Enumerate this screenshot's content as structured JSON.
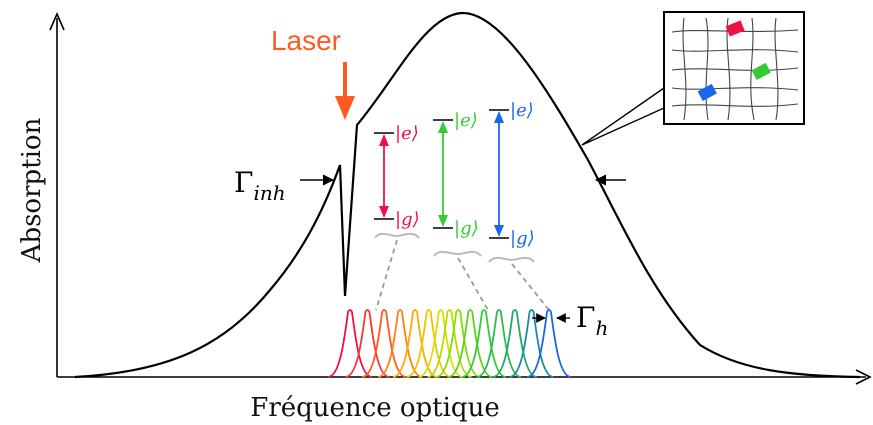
{
  "axes": {
    "ylabel": "Absorption",
    "xlabel": "Fréquence optique"
  },
  "laser": {
    "label": "Laser",
    "color": "#ff5a1f"
  },
  "labels": {
    "gamma_inh": {
      "symbol": "Γ",
      "subscript": "inh"
    },
    "gamma_h": {
      "symbol": "Γ",
      "subscript": "h"
    }
  },
  "levels": [
    {
      "upper": "|e⟩",
      "lower": "|g⟩",
      "color": "#ee1144"
    },
    {
      "upper": "|e⟩",
      "lower": "|g⟩",
      "color": "#33cc33"
    },
    {
      "upper": "|e⟩",
      "lower": "|g⟩",
      "color": "#1a66ee"
    }
  ],
  "inset": {
    "ions": [
      {
        "color": "#ee1144"
      },
      {
        "color": "#33cc33"
      },
      {
        "color": "#1a66ee"
      }
    ]
  },
  "spectral_lines": {
    "count": 15,
    "gradient_colors": [
      "#ee1144",
      "#ff5a1f",
      "#ffaa00",
      "#dddd00",
      "#88dd00",
      "#33cc33",
      "#22aa66",
      "#1a66ee"
    ]
  }
}
